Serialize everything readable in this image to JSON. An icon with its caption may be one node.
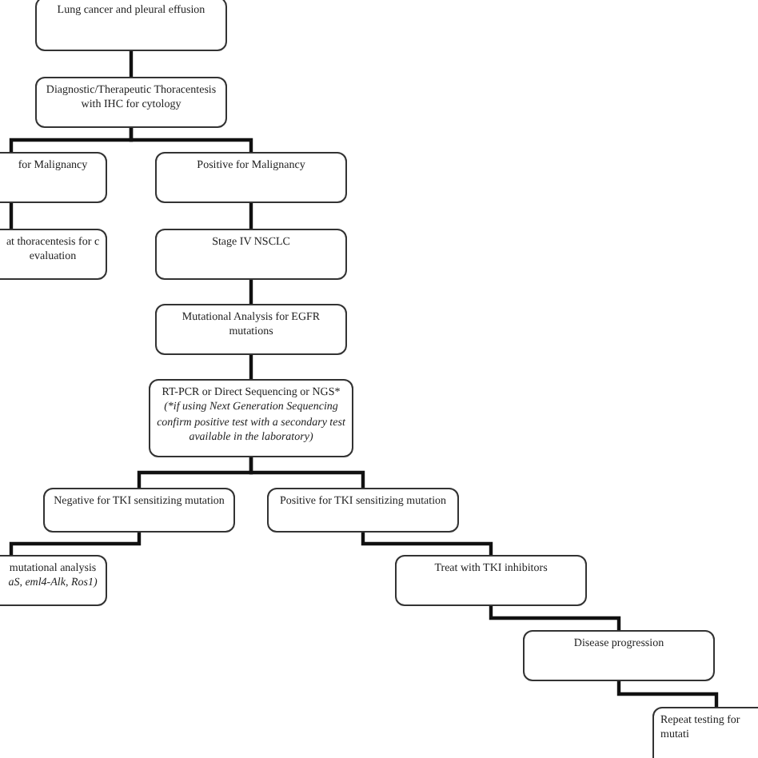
{
  "diagram": {
    "nodes": [
      {
        "text": [
          "Lung cancer and pleural effusion"
        ]
      },
      {
        "text": [
          "Diagnostic/Therapeutic Thoracentesis with IHC for cytology"
        ]
      },
      {
        "text": [
          "for Malignancy"
        ]
      },
      {
        "text": [
          "Positive for Malignancy"
        ]
      },
      {
        "text": [
          "at thoracentesis for c evaluation"
        ]
      },
      {
        "text": [
          "Stage IV NSCLC"
        ]
      },
      {
        "text": [
          "Mutational Analysis for EGFR mutations"
        ]
      },
      {
        "text": [
          "RT-PCR or Direct Sequencing or NGS*",
          "(*if using Next Generation Sequencing confirm positive test with a secondary test available in the laboratory)"
        ]
      },
      {
        "text": [
          "Negative for TKI sensitizing mutation"
        ]
      },
      {
        "text": [
          "Positive for TKI sensitizing mutation"
        ]
      },
      {
        "text": [
          "mutational analysis",
          "aS, eml4-Alk, Ros1)"
        ]
      },
      {
        "text": [
          "Treat with TKI inhibitors"
        ]
      },
      {
        "text": [
          "Disease progression"
        ]
      },
      {
        "text": [
          "Repeat testing for mutati"
        ]
      }
    ],
    "edges": [
      {
        "from": 0,
        "to": 1,
        "arrow": "none"
      },
      {
        "from": 1,
        "to": 2,
        "arrow": "none"
      },
      {
        "from": 1,
        "to": 3,
        "arrow": "none"
      },
      {
        "from": 2,
        "to": 4,
        "arrow": "none"
      },
      {
        "from": 3,
        "to": 5,
        "arrow": "none"
      },
      {
        "from": 5,
        "to": 6,
        "arrow": "none"
      },
      {
        "from": 6,
        "to": 7,
        "arrow": "none"
      },
      {
        "from": 7,
        "to": 8,
        "arrow": "none"
      },
      {
        "from": 7,
        "to": 9,
        "arrow": "none"
      },
      {
        "from": 8,
        "to": 10,
        "arrow": "none"
      },
      {
        "from": 9,
        "to": 11,
        "arrow": "none"
      },
      {
        "from": 11,
        "to": 12,
        "arrow": "none"
      },
      {
        "from": 12,
        "to": 13,
        "arrow": "none"
      }
    ]
  }
}
